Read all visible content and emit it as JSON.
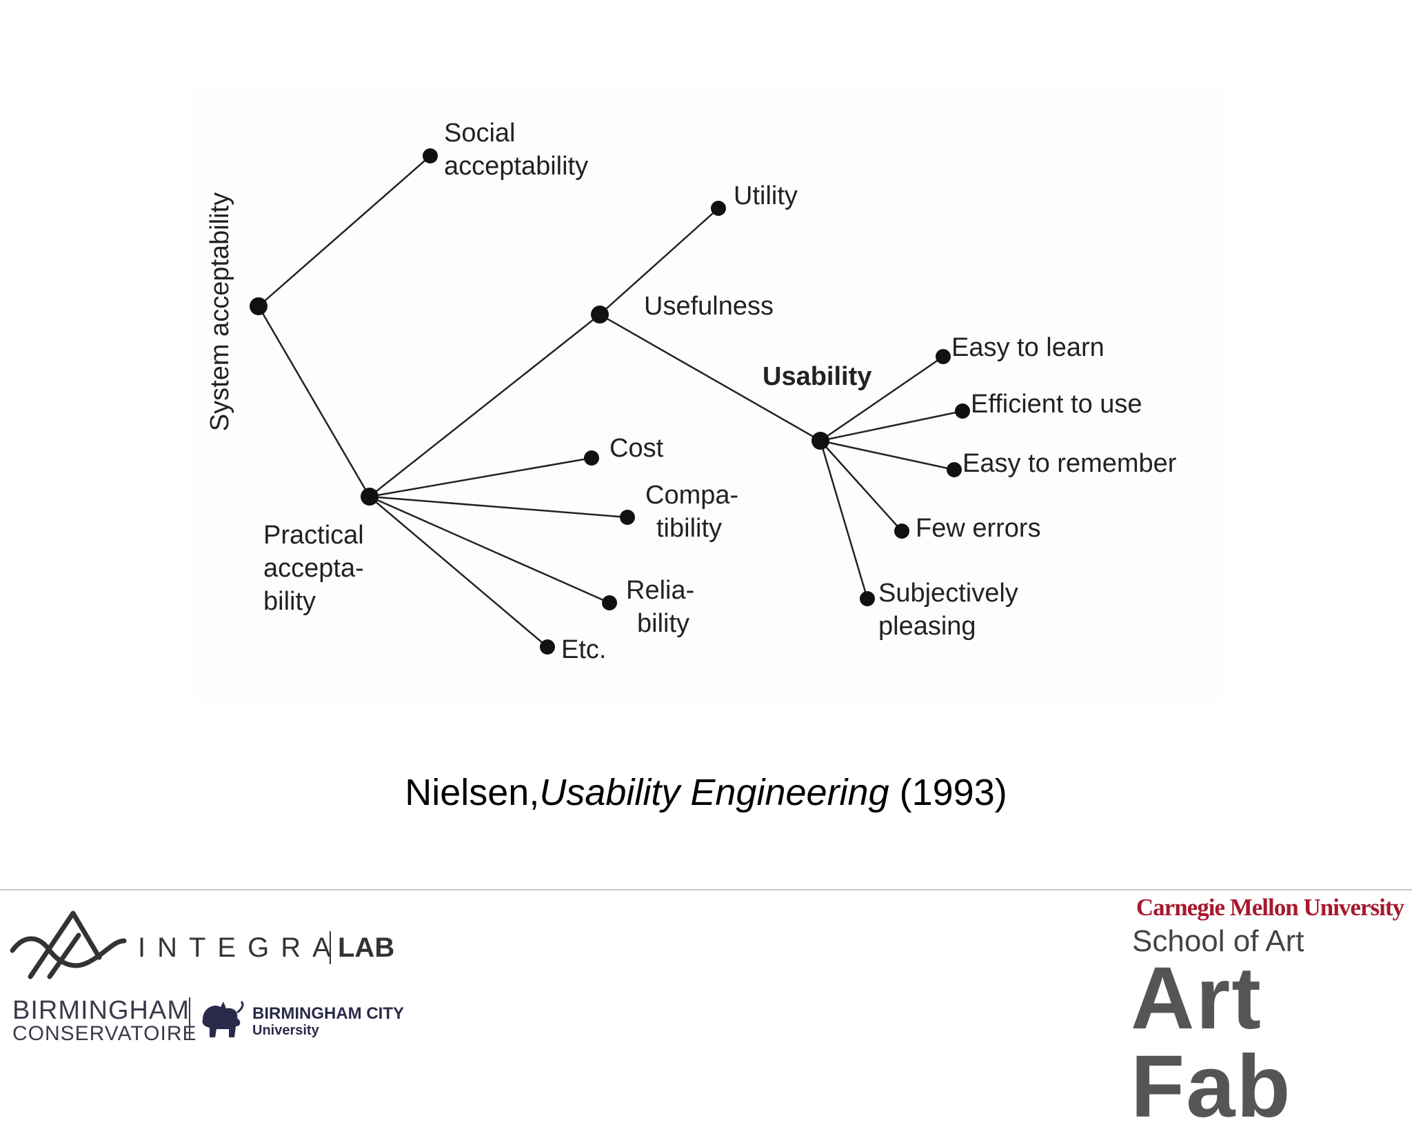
{
  "diagram": {
    "root_label": "System acceptability",
    "nodes": {
      "social": "Social\nacceptability",
      "practical": "Practical\naccepta-\nbility",
      "usefulness": "Usefulness",
      "utility": "Utility",
      "usability": "Usability",
      "cost": "Cost",
      "compatibility": "Compa-\ntibility",
      "reliability": "Relia-\nbility",
      "etc": "Etc.",
      "easy_to_learn": "Easy to learn",
      "efficient_to_use": "Efficient to use",
      "easy_to_remember": "Easy to remember",
      "few_errors": "Few errors",
      "subjectively_pleasing": "Subjectively\npleasing"
    }
  },
  "citation": {
    "author": "Nielsen,",
    "title": "Usability Engineering",
    "year": " (1993)"
  },
  "footer": {
    "integra": "INTEGRA",
    "lab": "LAB",
    "conservatoire_line1": "BIRMINGHAM",
    "conservatoire_line2": "CONSERVATOIRE",
    "bcu_line1": "BIRMINGHAM CITY",
    "bcu_line2": "University",
    "cmu": "Carnegie Mellon University",
    "school": "School of Art",
    "artfab": "Art Fab"
  },
  "colors": {
    "cmu_red": "#a6192e",
    "bcu_navy": "#2a2a4a"
  }
}
